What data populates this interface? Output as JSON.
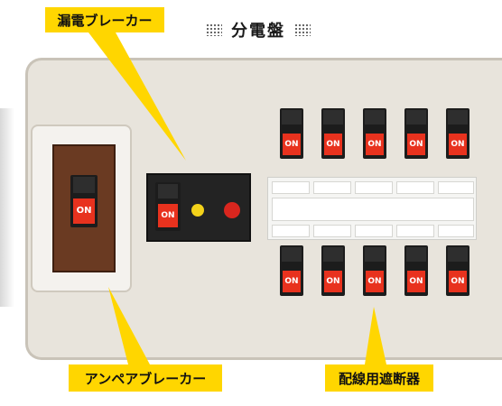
{
  "title": "分電盤",
  "labels": {
    "leakage_breaker": "漏電ブレーカー",
    "ampere_breaker": "アンペアブレーカー",
    "branch_breaker": "配線用遮断器"
  },
  "switch_text": "ON",
  "branch_top": [
    "ON",
    "ON",
    "ON",
    "ON",
    "ON"
  ],
  "branch_bottom": [
    "ON",
    "ON",
    "ON",
    "ON",
    "ON"
  ],
  "colors": {
    "label_bg": "#ffd600",
    "panel": "#e8e4dc",
    "on_red": "#e8321e",
    "lamp_yellow": "#f3d21a",
    "lamp_red": "#d9261e",
    "ampere_frame": "#6a3a22"
  }
}
